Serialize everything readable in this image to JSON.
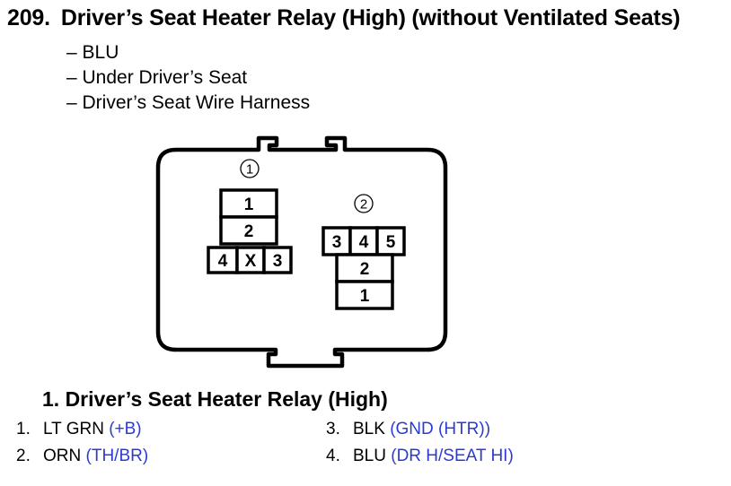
{
  "header": {
    "number": "209.",
    "title": "Driver’s Seat Heater Relay (High) (without Ventilated Seats)"
  },
  "info": [
    "– BLU",
    "– Under Driver’s Seat",
    "– Driver’s Seat Wire Harness"
  ],
  "diagram": {
    "connector1": {
      "label": "1",
      "cells": [
        "1",
        "2",
        "4",
        "X",
        "3"
      ]
    },
    "connector2": {
      "label": "2",
      "cells": [
        "3",
        "4",
        "5",
        "2",
        "1"
      ]
    }
  },
  "section": {
    "title": "1. Driver’s Seat Heater Relay (High)"
  },
  "pins": [
    {
      "num": "1.",
      "wire": "LT GRN",
      "desc": "(+B)"
    },
    {
      "num": "2.",
      "wire": "ORN",
      "desc": "(TH/BR)"
    },
    {
      "num": "3.",
      "wire": "BLK",
      "desc": "(GND (HTR))"
    },
    {
      "num": "4.",
      "wire": "BLU",
      "desc": "(DR H/SEAT HI)"
    }
  ],
  "colors": {
    "text": "#000000",
    "description_blue": "#2b3bd1"
  }
}
